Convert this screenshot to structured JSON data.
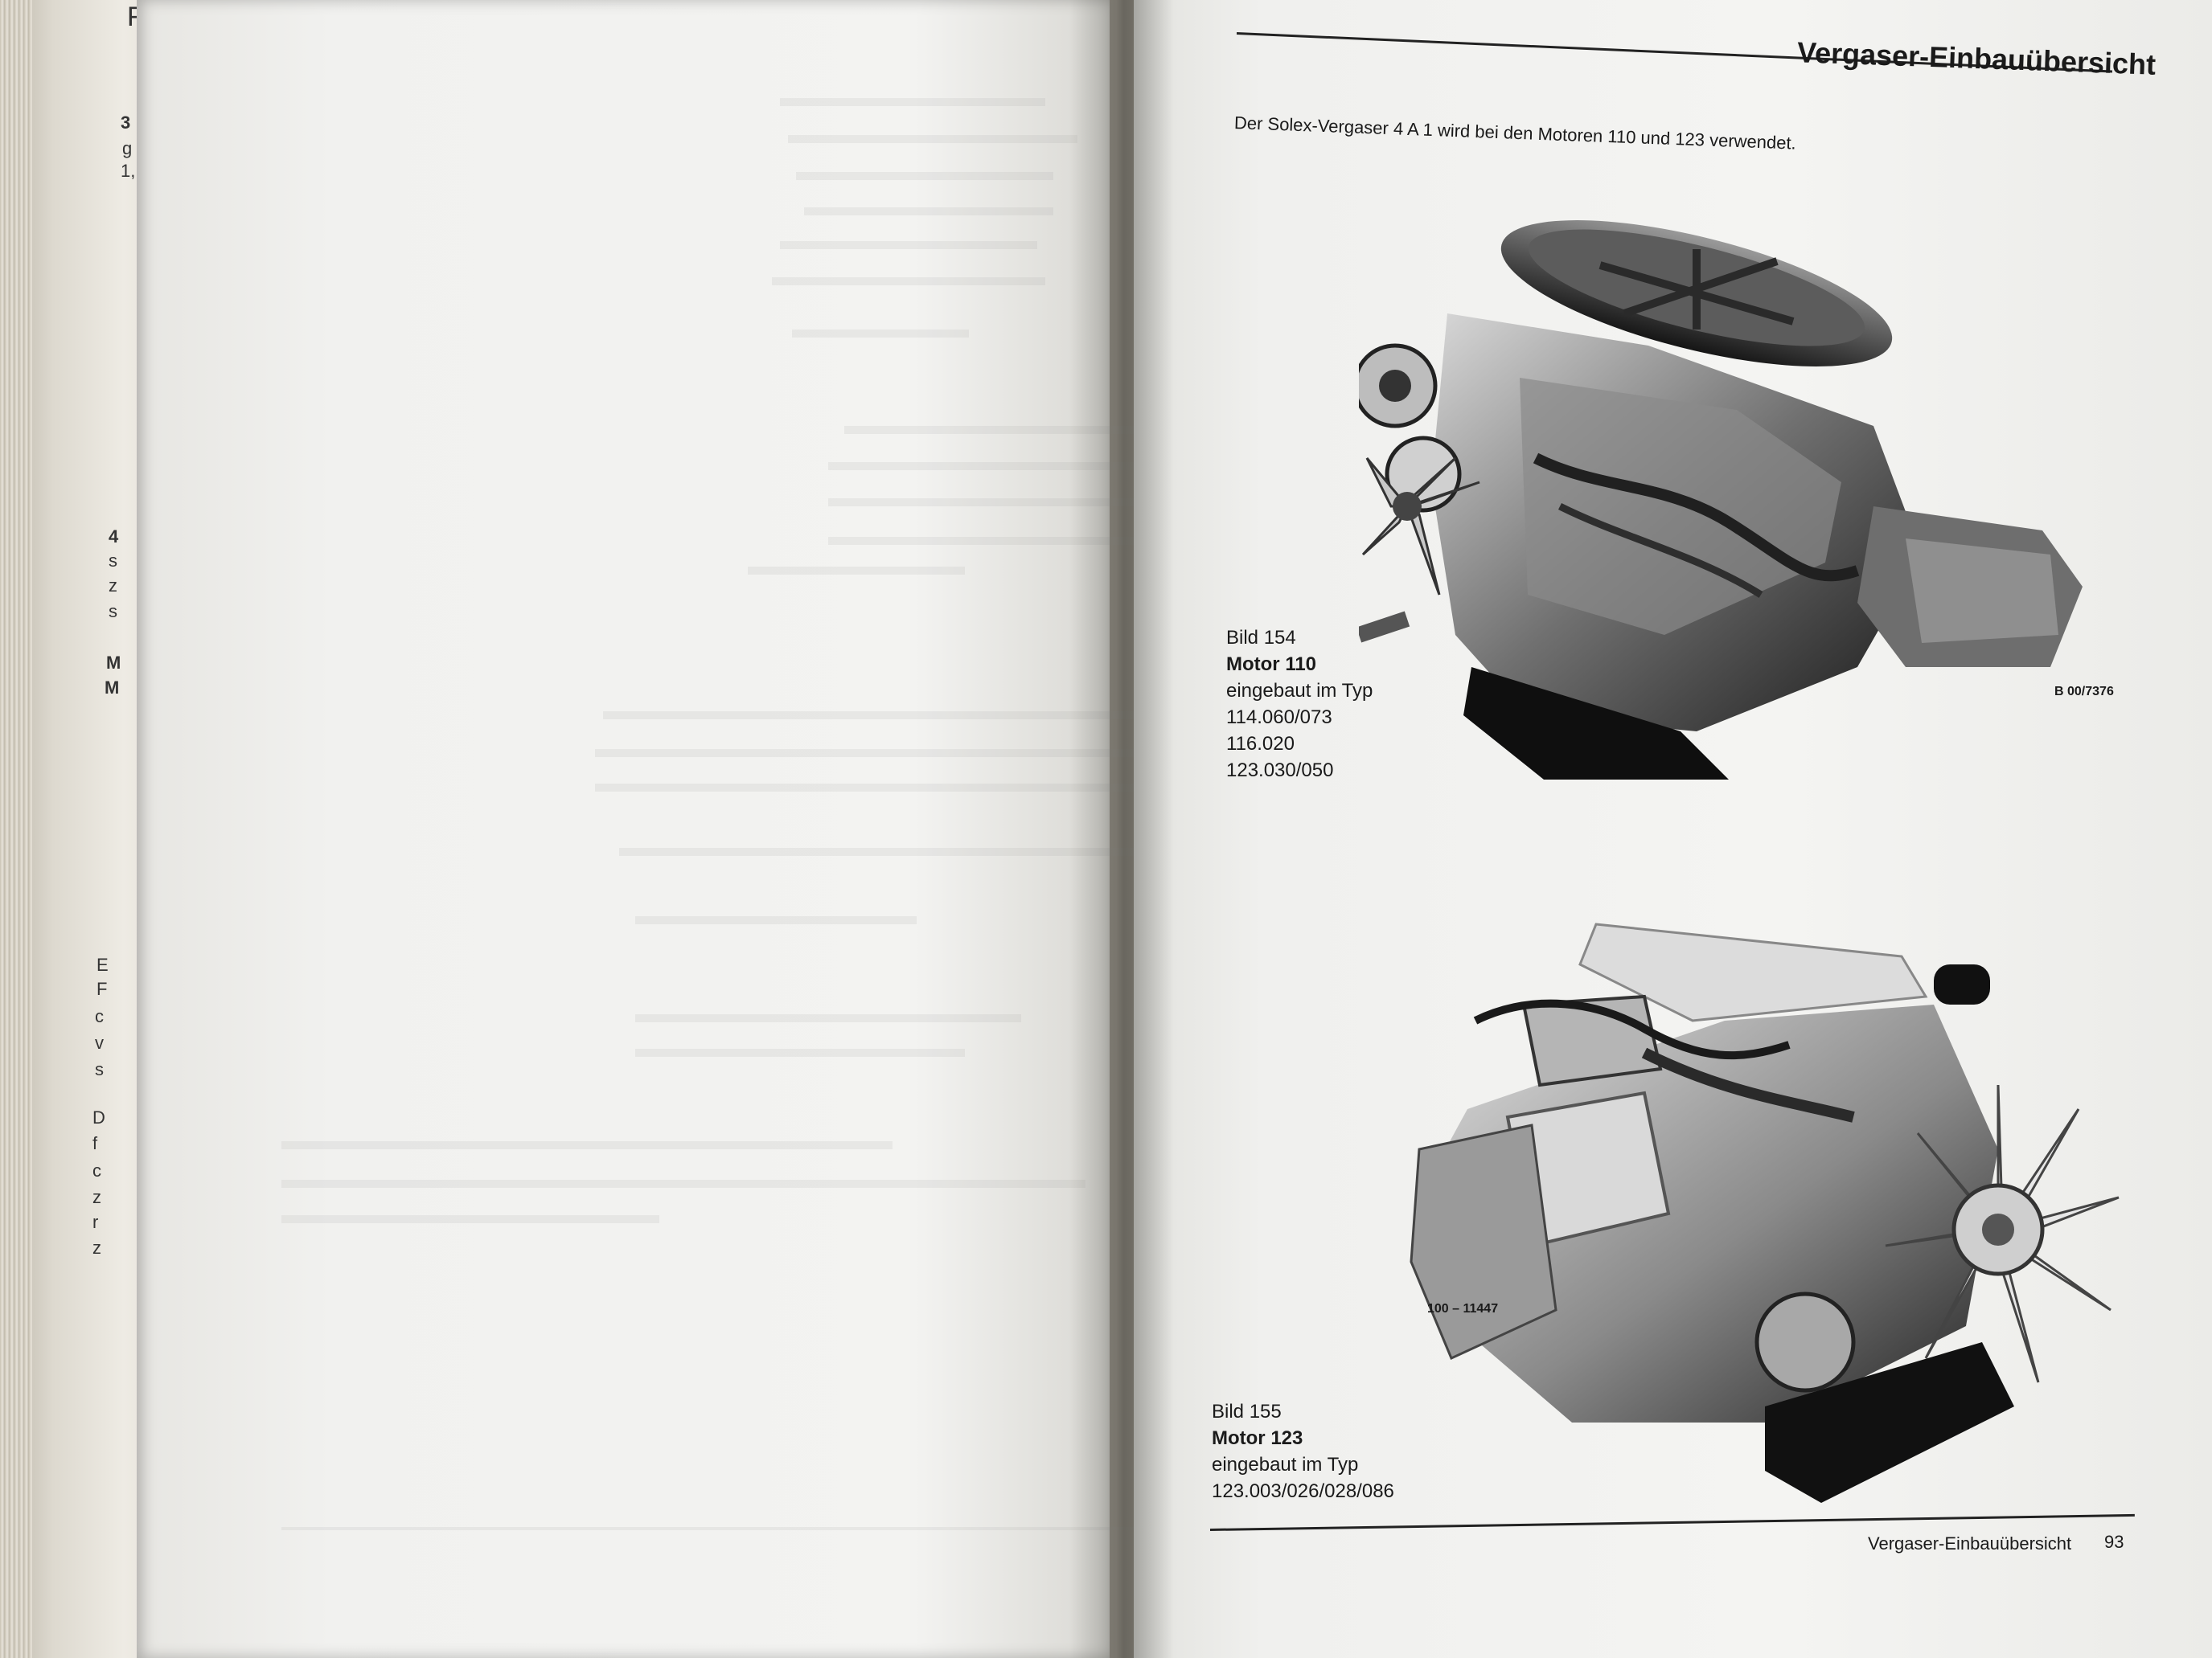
{
  "left_margin_fragments": [
    {
      "text": "F",
      "bold": false
    },
    {
      "text": "3",
      "bold": true
    },
    {
      "text": "g",
      "bold": false
    },
    {
      "text": "1,",
      "bold": false
    },
    {
      "text": "4",
      "bold": true
    },
    {
      "text": "s",
      "bold": false
    },
    {
      "text": "z",
      "bold": false
    },
    {
      "text": "s",
      "bold": false
    },
    {
      "text": "M",
      "bold": true
    },
    {
      "text": "M",
      "bold": true
    },
    {
      "text": "E",
      "bold": false
    },
    {
      "text": "F",
      "bold": false
    },
    {
      "text": "c",
      "bold": false
    },
    {
      "text": "v",
      "bold": false
    },
    {
      "text": "s",
      "bold": false
    },
    {
      "text": "D",
      "bold": false
    },
    {
      "text": "f",
      "bold": false
    },
    {
      "text": "c",
      "bold": false
    },
    {
      "text": "z",
      "bold": false
    },
    {
      "text": "r",
      "bold": false
    },
    {
      "text": "z",
      "bold": false
    }
  ],
  "page": {
    "title": "Vergaser-Einbauübersicht",
    "intro": "Der Solex-Vergaser 4 A 1 wird bei den Motoren 110 und 123 verwendet."
  },
  "figures": [
    {
      "label": "Bild 154",
      "motor": "Motor 110",
      "installed": "eingebaut im Typ",
      "types": [
        "114.060/073",
        "116.020",
        "123.030/050"
      ],
      "photo_code": "B 00/7376"
    },
    {
      "label": "Bild 155",
      "motor": "Motor 123",
      "installed": "eingebaut im Typ",
      "types": [
        "123.003/026/028/086"
      ],
      "photo_code": "100 – 11447"
    }
  ],
  "footer": {
    "section": "Vergaser-Einbauübersicht",
    "page_number": "93"
  }
}
